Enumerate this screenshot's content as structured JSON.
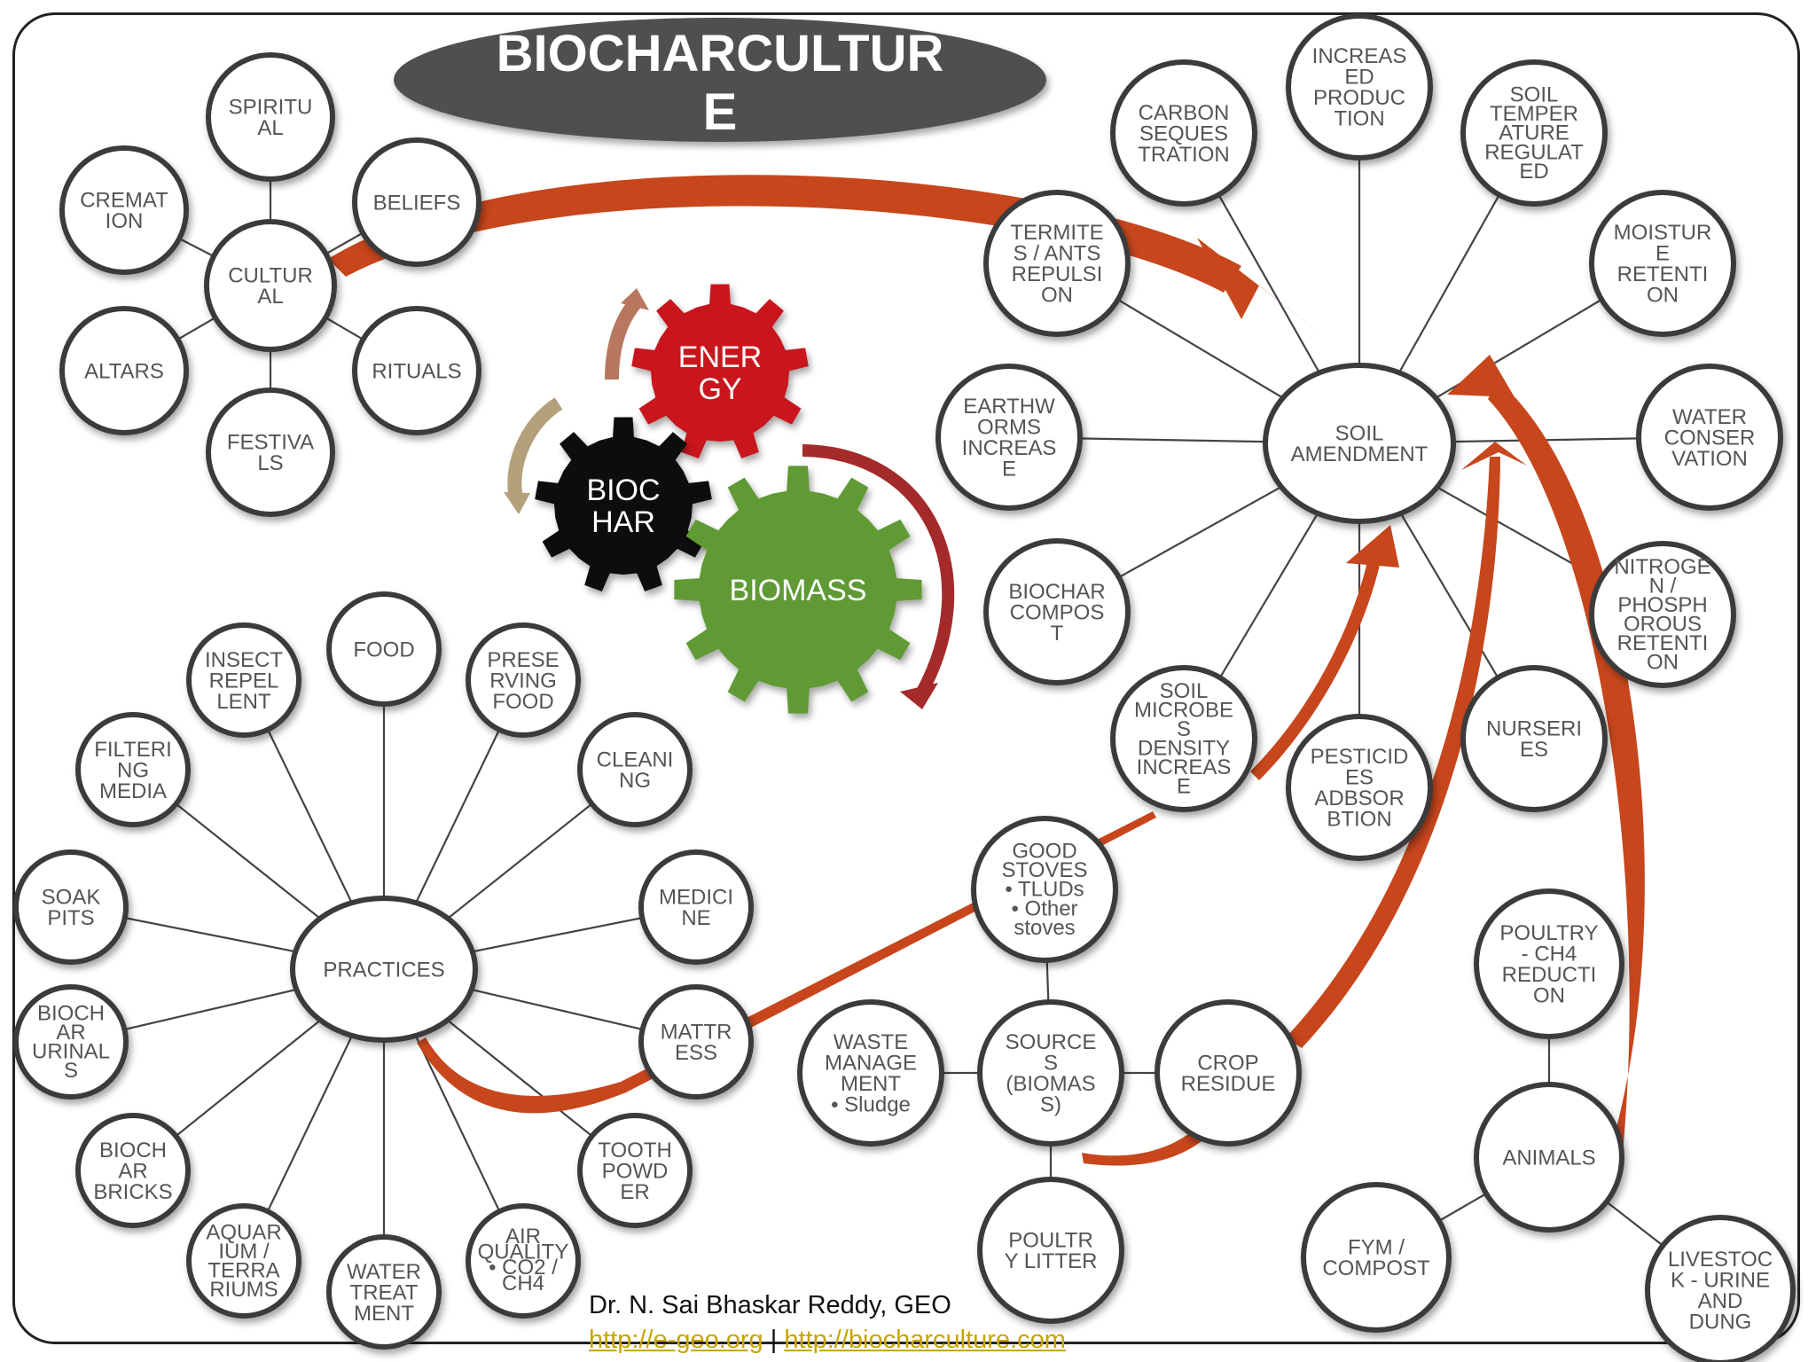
{
  "title": [
    "BIOCHARCULTUR",
    "E"
  ],
  "gears": {
    "energy": [
      "ENER",
      "GY"
    ],
    "biochar": [
      "BIOC",
      "HAR"
    ],
    "biomass": [
      "BIOMASS"
    ]
  },
  "colors": {
    "energy": "#c8161d",
    "biochar": "#0d0d0d",
    "biomass": "#5e9a34",
    "arrow": "#c7461c",
    "arrow_dark": "#a52a2a",
    "title_bg": "#4f4f4f"
  },
  "cultural": {
    "center": [
      "CULTUR",
      "AL"
    ],
    "spiritual": [
      "SPIRITU",
      "AL"
    ],
    "beliefs": [
      "BELIEFS"
    ],
    "cremation": [
      "CREMAT",
      "ION"
    ],
    "altars": [
      "ALTARS"
    ],
    "rituals": [
      "RITUALS"
    ],
    "festivals": [
      "FESTIVA",
      "LS"
    ]
  },
  "soil": {
    "center": [
      "SOIL",
      "AMENDMENT"
    ],
    "carbon": [
      "CARBON",
      "SEQUES",
      "TRATION"
    ],
    "increased_production": [
      "INCREAS",
      "ED",
      "PRODUC",
      "TION"
    ],
    "soil_temperature": [
      "SOIL",
      "TEMPER",
      "ATURE",
      "REGULAT",
      "ED"
    ],
    "moisture": [
      "MOISTUR",
      "E",
      "RETENTI",
      "ON"
    ],
    "water_conservation": [
      "WATER",
      "CONSER",
      "VATION"
    ],
    "nitrogen": [
      "NITROGE",
      "N /",
      "PHOSPH",
      "OROUS",
      "RETENTI",
      "ON"
    ],
    "nurseries": [
      "NURSERI",
      "ES"
    ],
    "pesticides": [
      "PESTICID",
      "ES",
      "ADBSOR",
      "BTION"
    ],
    "microbes": [
      "SOIL",
      "MICROBE",
      "S",
      "DENSITY",
      "INCREAS",
      "E"
    ],
    "biochar_compost": [
      "BIOCHAR",
      "COMPOS",
      "T"
    ],
    "earthworms": [
      "EARTHW",
      "ORMS",
      "INCREAS",
      "E"
    ],
    "termites": [
      "TERMITE",
      "S / ANTS",
      "REPULSI",
      "ON"
    ]
  },
  "practices": {
    "center": [
      "PRACTICES"
    ],
    "food": [
      "FOOD"
    ],
    "preserving_food": [
      "PRESE",
      "RVING",
      "FOOD"
    ],
    "cleaning": [
      "CLEANI",
      "NG"
    ],
    "medicine": [
      "MEDICI",
      "NE"
    ],
    "mattress": [
      "MATTR",
      "ESS"
    ],
    "tooth_powder": [
      "TOOTH",
      "POWD",
      "ER"
    ],
    "air_quality": [
      "AIR",
      "QUALITY",
      "• CO2 /",
      "CH4"
    ],
    "water_treatment": [
      "WATER",
      "TREAT",
      "MENT"
    ],
    "aquarium": [
      "AQUAR",
      "IUM /",
      "TERRA",
      "RIUMS"
    ],
    "biochar_bricks": [
      "BIOCH",
      "AR",
      "BRICKS"
    ],
    "biochar_urinals": [
      "BIOCH",
      "AR",
      "URINAL",
      "S"
    ],
    "soak_pits": [
      "SOAK",
      "PITS"
    ],
    "filtering_media": [
      "FILTERI",
      "NG",
      "MEDIA"
    ],
    "insect_repellent": [
      "INSECT",
      "REPEL",
      "LENT"
    ]
  },
  "sources": {
    "center": [
      "SOURCE",
      "S",
      "(BIOMAS",
      "S)"
    ],
    "good_stoves": [
      "GOOD",
      "STOVES",
      "• TLUDs",
      "• Other",
      "stoves"
    ],
    "waste_management": [
      "WASTE",
      "MANAGE",
      "MENT",
      "• Sludge"
    ],
    "crop_residue": [
      "CROP",
      "RESIDUE"
    ],
    "poultry_litter": [
      "POULTR",
      "Y LITTER"
    ]
  },
  "animals": {
    "center": [
      "ANIMALS"
    ],
    "poultry_ch4": [
      "POULTRY",
      "- CH4",
      "REDUCTI",
      "ON"
    ],
    "fym": [
      "FYM /",
      "COMPOST"
    ],
    "livestock": [
      "LIVESTOC",
      "K - URINE",
      "AND",
      "DUNG"
    ]
  },
  "footer": {
    "author": "Dr. N. Sai Bhaskar Reddy, GEO",
    "link1": "http://e-geo.org",
    "separator": " | ",
    "link2": "http://biocharculture.com"
  }
}
